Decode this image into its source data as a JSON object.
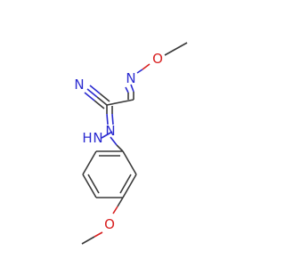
{
  "molecule": {
    "colors": {
      "carbon": "#3a3a3a",
      "nitrogen": "#2b2bd0",
      "oxygen": "#d82020",
      "background": "#ffffff"
    },
    "labels": {
      "oxime_oxygen": "O",
      "oxime_nitrogen": "N",
      "nitrile_nitrogen": "N",
      "hydrazone_nitrogen": "N",
      "amine_nitrogen": "N",
      "amine_hydrogen": "H",
      "methoxy_oxygen": "O"
    }
  }
}
